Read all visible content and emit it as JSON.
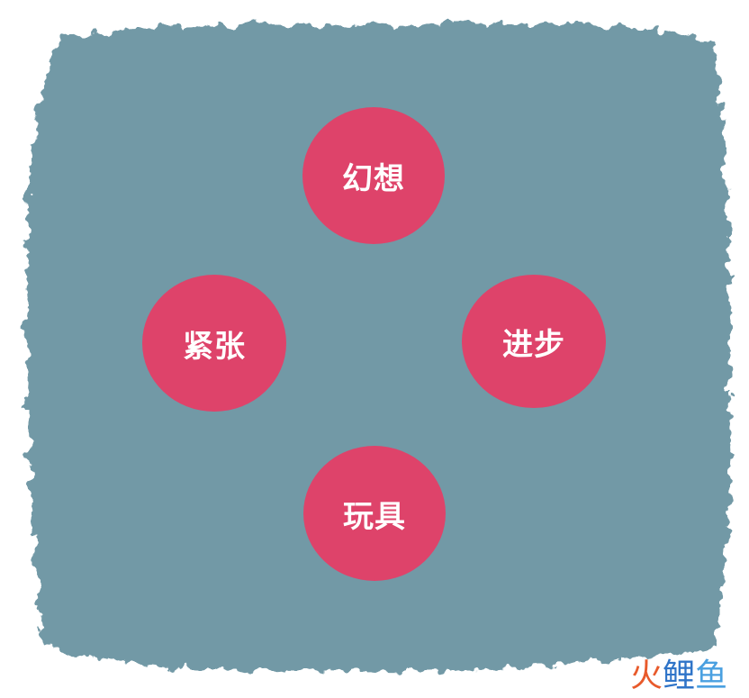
{
  "colors": {
    "background_blob": "#7299a6",
    "circle_fill": "#de436a",
    "label_text": "#ffffff",
    "watermark_fire": "#e85a2b",
    "watermark_carp": "#2f74c8",
    "watermark_fish": "#4aa0e0"
  },
  "nodes": {
    "top": "幻想",
    "left": "紧张",
    "right": "进步",
    "bottom": "玩具"
  },
  "watermark": {
    "char1": "火",
    "char2": "鲤",
    "char3": "鱼"
  }
}
